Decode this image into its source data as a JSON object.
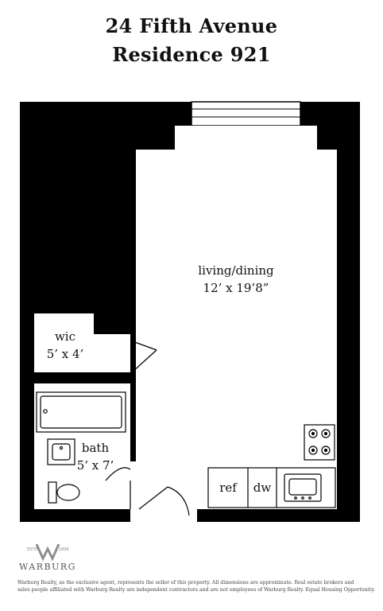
{
  "header": {
    "address": "24 Fifth Avenue",
    "residence": "Residence 921"
  },
  "rooms": {
    "living_name": "living/dining",
    "living_size": "12’ x 19’8”",
    "wic_name": "wic",
    "wic_size": "5’ x 4’",
    "bath_name": "bath",
    "bath_size": "5’ x 7’",
    "ref": "ref",
    "dw": "dw"
  },
  "footer": {
    "logo_word": "WARBURG",
    "estd_left": "ESTD",
    "estd_right": "1896",
    "disclaimer_line1": "Warburg Realty, as the exclusive agent, represents the seller of this property. All dimensions are approximate. Real estate brokers and",
    "disclaimer_line2": "sales people affiliated with Warburg Realty are independent contractors and are not employees of Warburg Realty. Equal Housing Opportunity."
  },
  "colors": {
    "wall": "#000000",
    "background": "#ffffff",
    "logo": "#8f8f8f"
  }
}
